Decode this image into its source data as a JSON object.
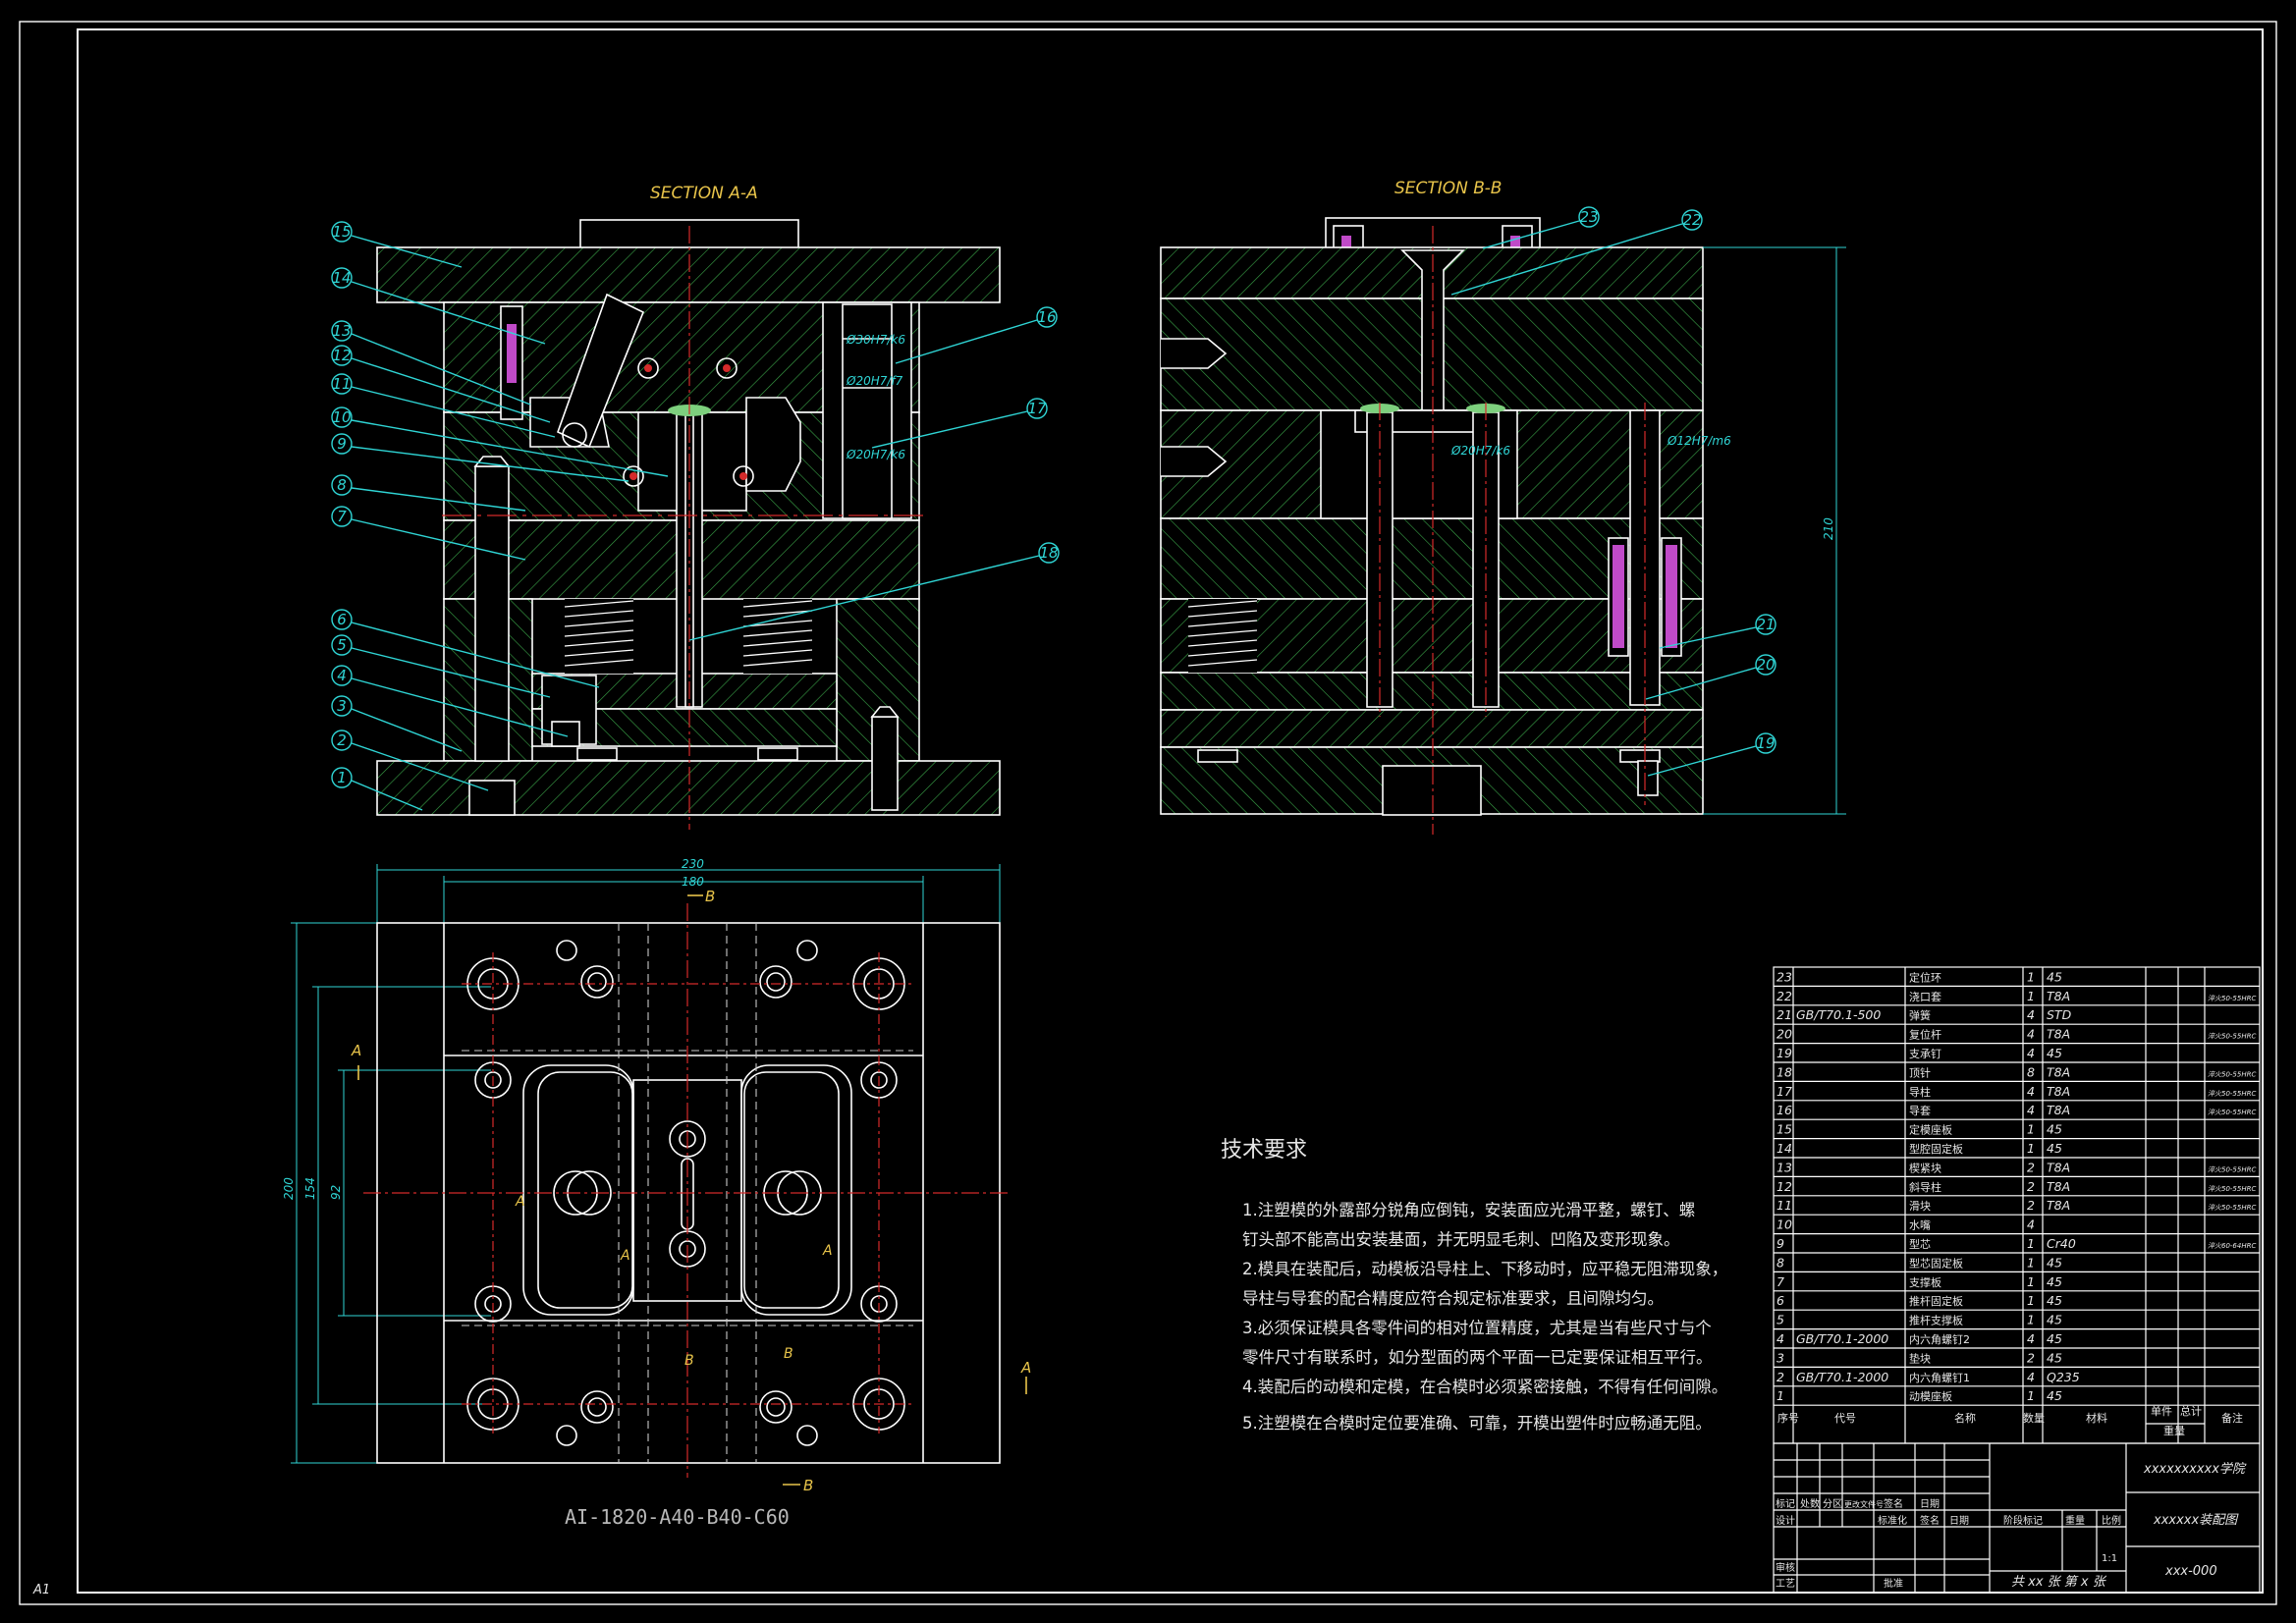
{
  "sections": {
    "a": "SECTION A-A",
    "b": "SECTION B-B"
  },
  "callouts": {
    "left": [
      "15",
      "14",
      "13",
      "12",
      "11",
      "10",
      "9",
      "8",
      "7",
      "6",
      "5",
      "4",
      "3",
      "2",
      "1"
    ],
    "right_a": [
      "16",
      "17",
      "18"
    ],
    "right_b": [
      "23",
      "22",
      "21",
      "20",
      "19"
    ]
  },
  "dims": {
    "fit_a1": "Ø30H7/k6",
    "fit_a2": "Ø20H7/f7",
    "fit_a3": "Ø20H7/k6",
    "fit_b1": "Ø20H7/k6",
    "fit_b2": "Ø12H7/m6",
    "height_b": "210",
    "plan_w1": "230",
    "plan_w2": "180",
    "plan_h1": "200",
    "plan_h2": "154",
    "plan_h3": "92"
  },
  "plan_marks": {
    "A": "A",
    "B": "B"
  },
  "drawing_code": "AI-1820-A40-B40-C60",
  "sheet_size": "A1",
  "tech": {
    "title": "技术要求",
    "lines": [
      "1.注塑模的外露部分锐角应倒钝，安装面应光滑平整，螺钉、螺",
      "   钉头部不能高出安装基面，并无明显毛刺、凹陷及变形现象。",
      "2.模具在装配后，动模板沿导柱上、下移动时，应平稳无阻滞现象，",
      "   导柱与导套的配合精度应符合规定标准要求，且间隙均匀。",
      "3.必须保证模具各零件间的相对位置精度，尤其是当有些尺寸与个",
      "   零件尺寸有联系时，如分型面的两个平面一已定要保证相互平行。",
      "4.装配后的动模和定模，在合模时必须紧密接触，不得有任何间隙。",
      "5.注塑模在合模时定位要准确、可靠，开模出塑件时应畅通无阻。"
    ]
  },
  "bom": {
    "rows": [
      {
        "no": "23",
        "code": "",
        "name": "定位环",
        "qty": "1",
        "mat": "45",
        "note": ""
      },
      {
        "no": "22",
        "code": "",
        "name": "浇口套",
        "qty": "1",
        "mat": "T8A",
        "note": "淬火50-55HRC"
      },
      {
        "no": "21",
        "code": "GB/T70.1-500",
        "name": "弹簧",
        "qty": "4",
        "mat": "STD",
        "note": ""
      },
      {
        "no": "20",
        "code": "",
        "name": "复位杆",
        "qty": "4",
        "mat": "T8A",
        "note": "淬火50-55HRC"
      },
      {
        "no": "19",
        "code": "",
        "name": "支承钉",
        "qty": "4",
        "mat": "45",
        "note": ""
      },
      {
        "no": "18",
        "code": "",
        "name": "顶针",
        "qty": "8",
        "mat": "T8A",
        "note": "淬火50-55HRC"
      },
      {
        "no": "17",
        "code": "",
        "name": "导柱",
        "qty": "4",
        "mat": "T8A",
        "note": "淬火50-55HRC"
      },
      {
        "no": "16",
        "code": "",
        "name": "导套",
        "qty": "4",
        "mat": "T8A",
        "note": "淬火50-55HRC"
      },
      {
        "no": "15",
        "code": "",
        "name": "定模座板",
        "qty": "1",
        "mat": "45",
        "note": ""
      },
      {
        "no": "14",
        "code": "",
        "name": "型腔固定板",
        "qty": "1",
        "mat": "45",
        "note": ""
      },
      {
        "no": "13",
        "code": "",
        "name": "楔紧块",
        "qty": "2",
        "mat": "T8A",
        "note": "淬火50-55HRC"
      },
      {
        "no": "12",
        "code": "",
        "name": "斜导柱",
        "qty": "2",
        "mat": "T8A",
        "note": "淬火50-55HRC"
      },
      {
        "no": "11",
        "code": "",
        "name": "滑块",
        "qty": "2",
        "mat": "T8A",
        "note": "淬火50-55HRC"
      },
      {
        "no": "10",
        "code": "",
        "name": "水嘴",
        "qty": "4",
        "mat": "",
        "note": ""
      },
      {
        "no": "9",
        "code": "",
        "name": "型芯",
        "qty": "1",
        "mat": "Cr40",
        "note": "淬火60-64HRC"
      },
      {
        "no": "8",
        "code": "",
        "name": "型芯固定板",
        "qty": "1",
        "mat": "45",
        "note": ""
      },
      {
        "no": "7",
        "code": "",
        "name": "支撑板",
        "qty": "1",
        "mat": "45",
        "note": ""
      },
      {
        "no": "6",
        "code": "",
        "name": "推杆固定板",
        "qty": "1",
        "mat": "45",
        "note": ""
      },
      {
        "no": "5",
        "code": "",
        "name": "推杆支撑板",
        "qty": "1",
        "mat": "45",
        "note": ""
      },
      {
        "no": "4",
        "code": "GB/T70.1-2000",
        "name": "内六角螺钉2",
        "qty": "4",
        "mat": "45",
        "note": ""
      },
      {
        "no": "3",
        "code": "",
        "name": "垫块",
        "qty": "2",
        "mat": "45",
        "note": ""
      },
      {
        "no": "2",
        "code": "GB/T70.1-2000",
        "name": "内六角螺钉1",
        "qty": "4",
        "mat": "Q235",
        "note": ""
      },
      {
        "no": "1",
        "code": "",
        "name": "动模座板",
        "qty": "1",
        "mat": "45",
        "note": ""
      }
    ],
    "header": {
      "no": "序号",
      "code": "代号",
      "name": "名称",
      "qty": "数量",
      "mat": "材料",
      "unit": "单件",
      "total": "总计",
      "weight": "重量",
      "note": "备注"
    }
  },
  "title_block": {
    "school": "xxxxxxxxxx学院",
    "drawing_name": "xxxxxx装配图",
    "drawing_no": "xxx-000",
    "scale": "1:1",
    "sheets": "共 xx 张  第 x 张",
    "labels": [
      "标记",
      "处数",
      "分区",
      "更改文件号",
      "签名",
      "日期",
      "设计",
      "标准化",
      "签名",
      "日期",
      "审核",
      "工艺",
      "批准",
      "阶段标记",
      "重量",
      "比例"
    ]
  }
}
